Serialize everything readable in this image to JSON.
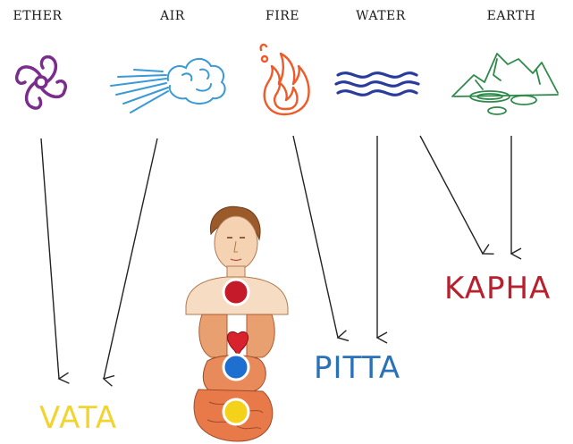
{
  "elements": {
    "ether": "ETHER",
    "air": "AIR",
    "fire": "FIRE",
    "water": "WATER",
    "earth": "EARTH"
  },
  "doshas": {
    "vata": "VATA",
    "pitta": "PITTA",
    "kapha": "KAPHA"
  },
  "colors": {
    "vata": "#f2d430",
    "pitta": "#2a72b8",
    "kapha": "#b8202e",
    "ether_icon": "#7b2d8e",
    "air_icon": "#3a9ad6",
    "fire_icon": "#f05a28",
    "water_icon": "#2a3c9a",
    "earth_icon": "#2e8a4a",
    "chakra_top": "#c41a2a",
    "chakra_mid": "#1f6fd0",
    "chakra_low": "#f5d21a"
  },
  "icons": [
    "ether-swirl-icon",
    "air-wind-cloud-icon",
    "fire-flame-icon",
    "water-waves-icon",
    "earth-mountains-icon",
    "human-body-illustration"
  ]
}
